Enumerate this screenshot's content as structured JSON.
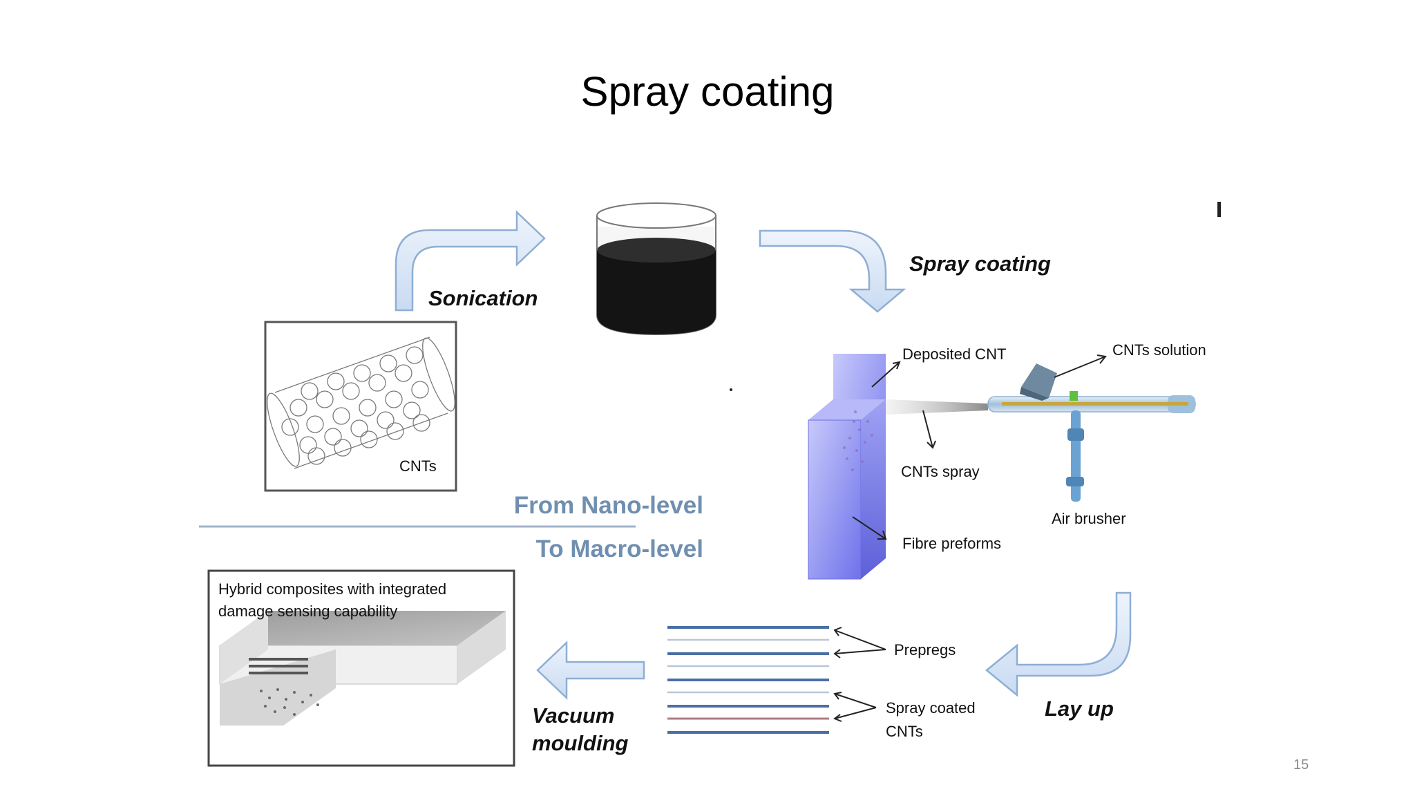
{
  "slide": {
    "title": "Spray coating",
    "page_number": "15"
  },
  "diagram": {
    "steps": {
      "sonication": "Sonication",
      "spray_coating": "Spray coating",
      "lay_up": "Lay up",
      "vacuum_line1": "Vacuum",
      "vacuum_line2": "moulding"
    },
    "labels": {
      "cnts": "CNTs",
      "deposited_cnt": "Deposited CNT",
      "cnts_solution": "CNTs solution",
      "cnts_spray": "CNTs spray",
      "air_brusher": "Air brusher",
      "fibre_preforms": "Fibre preforms",
      "prepregs": "Prepregs",
      "spray_coated_line1": "Spray coated",
      "spray_coated_line2": "CNTs",
      "hybrid_line1": "Hybrid composites with integrated",
      "hybrid_line2": "damage sensing capability"
    },
    "levels": {
      "from": "From Nano-level",
      "to": "To Macro-level"
    },
    "colors": {
      "arrow_fill": "#dbe7f6",
      "arrow_stroke": "#8eaed4",
      "level_text": "#6f8fb0",
      "panel": "#8d8ff0",
      "prepreg_line": "#4a6fa5",
      "cnt_line": "#b07a86"
    }
  }
}
